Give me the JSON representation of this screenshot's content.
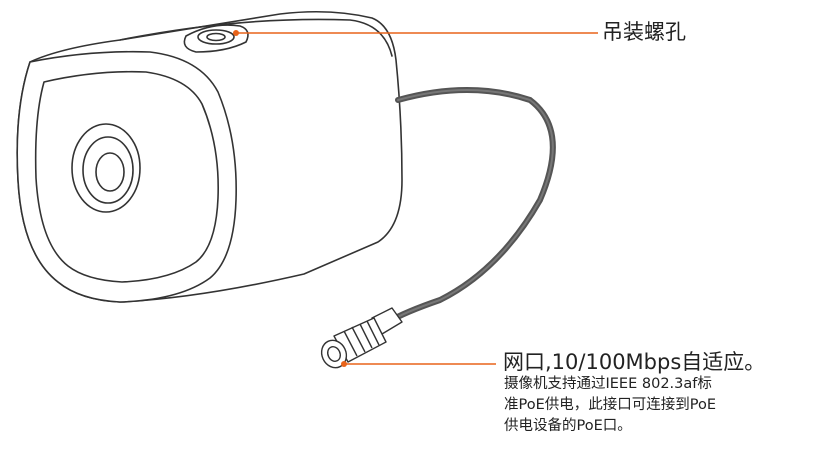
{
  "callouts": {
    "mount_hole": {
      "title": "吊装螺孔"
    },
    "network_port": {
      "title": "网口,10/100Mbps自适应。",
      "desc_lines": [
        "摄像机支持通过IEEE 802.3af标",
        "准PoE供电，此接口可连接到PoE",
        "供电设备的PoE口。"
      ]
    }
  },
  "colors": {
    "accent": "#E8631A",
    "outline": "#333333",
    "cable": "#555555",
    "text": "#222222"
  },
  "icons": [
    "bullet-camera-illustration",
    "rj45-connector-illustration"
  ]
}
